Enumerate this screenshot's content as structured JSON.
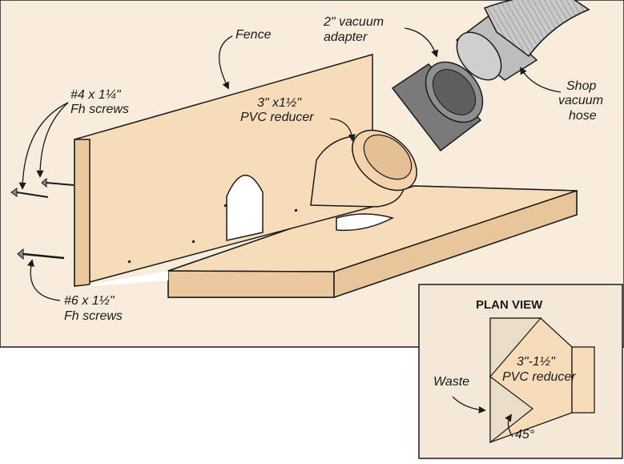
{
  "colors": {
    "wood": "#f7dcba",
    "wood_edge": "#e8c59a",
    "panel_bg": "#f8ecdc",
    "plan_bg": "#f4e8d8",
    "hose_gray": "#bdbdbd",
    "adapter_gray": "#7a7a7a",
    "outline": "#1a1a1a"
  },
  "labels": {
    "fence": "Fence",
    "vacuum_adapter_line1": "2\" vacuum",
    "vacuum_adapter_line2": "adapter",
    "shop_vac_line1": "Shop",
    "shop_vac_line2": "vacuum",
    "shop_vac_line3": "hose",
    "pvc_reducer_line1": "3\" x1½\"",
    "pvc_reducer_line2": "PVC reducer",
    "screw4_line1": "#4 x 1¼\"",
    "screw4_line2": "Fh screws",
    "screw6_line1": "#6 x 1½\"",
    "screw6_line2": "Fh screws"
  },
  "plan_view": {
    "title": "PLAN VIEW",
    "reducer_line1": "3\"-1½\"",
    "reducer_line2": "PVC reducer",
    "waste": "Waste",
    "angle": "45°"
  },
  "icons": [
    "screw-icon",
    "vacuum-hose-icon",
    "vacuum-adapter-icon",
    "pvc-reducer-icon"
  ]
}
